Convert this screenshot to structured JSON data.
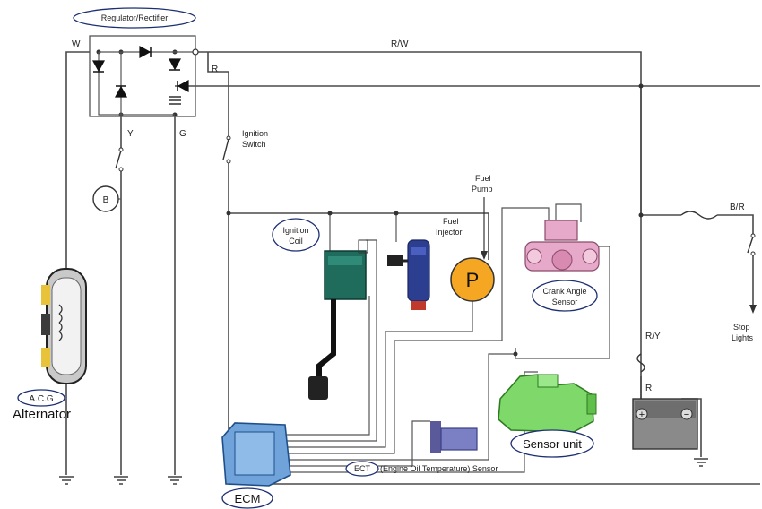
{
  "labels": {
    "regulator": "Regulator/Rectifier",
    "w": "W",
    "rw": "R/W",
    "r_top": "R",
    "y": "Y",
    "g": "G",
    "ignition_switch_1": "Ignition",
    "ignition_switch_2": "Switch",
    "ignition_coil_1": "Ignition",
    "ignition_coil_2": "Coil",
    "fuel_injector_1": "Fuel",
    "fuel_injector_2": "Injector",
    "fuel_pump_1": "Fuel",
    "fuel_pump_2": "Pump",
    "pump_letter": "P",
    "crank_angle_1": "Crank Angle",
    "crank_angle_2": "Sensor",
    "br": "B/R",
    "stop_lights_1": "Stop",
    "stop_lights_2": "Lights",
    "ry": "R/Y",
    "r_batt": "R",
    "acg": "A.C.G",
    "alternator": "Alternator",
    "sensor_unit": "Sensor unit",
    "ect_abbr": "ECT",
    "ect_full": "(Engine Oil Temperature) Sensor",
    "ecm": "ECM",
    "stator_letter": "B"
  },
  "colors": {
    "wire": "#4a4a4a",
    "ignition_coil": "#1f6b5c",
    "injector": "#2c3e8f",
    "injector_tip": "#c0392b",
    "fuel_pump": "#f5a623",
    "crank_sensor": "#e7a9c9",
    "sensor_unit": "#7fd86a",
    "ecm": "#6fa3d9",
    "ect_sensor": "#7b7fc4",
    "battery": "#8a8a8a",
    "alternator_yellow": "#e8c33a",
    "oval_outline": "#1d2f73"
  }
}
